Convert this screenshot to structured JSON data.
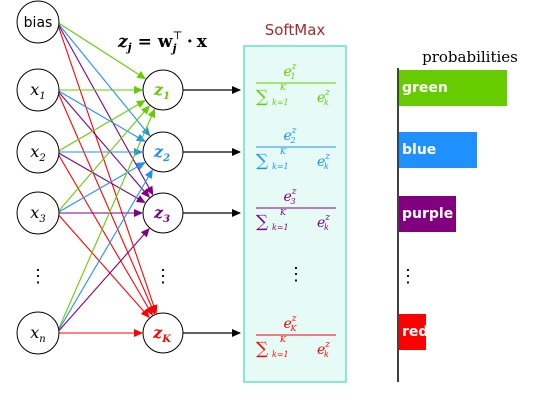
{
  "colors": {
    "green": "#66cc00",
    "blue": "#1e90ff",
    "purple": "#800080",
    "red": "#ff0000",
    "softmax_fill": "#e6fbf6",
    "softmax_border": "#66e0cc",
    "softmax_title": "#a52a2a"
  },
  "equation": {
    "lhs": "z",
    "lhs_sub": "j",
    "eq": "=",
    "w": "w",
    "w_sub": "j",
    "w_sup": "⊤",
    "dot": "·",
    "x": "x"
  },
  "inputs": [
    {
      "label": "bias",
      "sub": ""
    },
    {
      "label": "x",
      "sub": "1"
    },
    {
      "label": "x",
      "sub": "2"
    },
    {
      "label": "x",
      "sub": "3"
    },
    {
      "label": "⋮",
      "sub": ""
    },
    {
      "label": "x",
      "sub": "n"
    }
  ],
  "outputs": [
    {
      "label": "z",
      "sub": "1"
    },
    {
      "label": "z",
      "sub": "2"
    },
    {
      "label": "z",
      "sub": "3"
    },
    {
      "label": "⋮",
      "sub": ""
    },
    {
      "label": "z",
      "sub": "K"
    }
  ],
  "softmax": {
    "title": "SoftMax",
    "sum": "∑",
    "sum_lower": "k=1",
    "sum_upper": "K",
    "e": "e",
    "numer_sup": [
      "z",
      "z",
      "z",
      "z"
    ],
    "numer_sub": [
      "1",
      "2",
      "3",
      "K"
    ],
    "denom_sub": "k",
    "denom_sup": "z",
    "ellipsis": "⋮"
  },
  "probabilities": {
    "title": "probabilities",
    "bars": [
      {
        "label": "green",
        "value": 0.72
      },
      {
        "label": "blue",
        "value": 0.52
      },
      {
        "label": "purple",
        "value": 0.38
      },
      {
        "label": "red",
        "value": 0.18
      }
    ],
    "ellipsis": "⋮"
  }
}
